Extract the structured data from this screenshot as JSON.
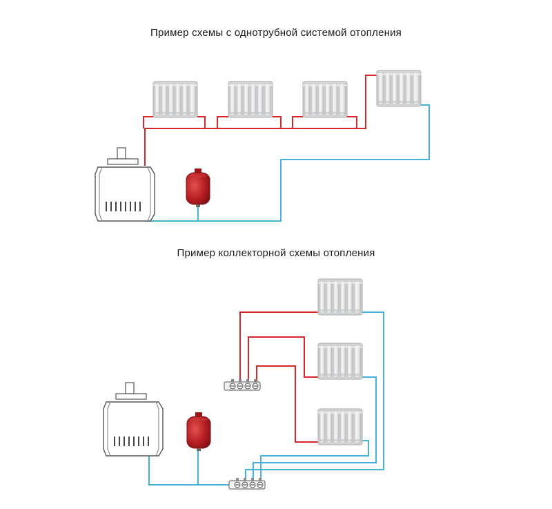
{
  "diagram": {
    "single_pipe": {
      "title": "Пример схемы с однотрубной системой отопления",
      "components": [
        "boiler",
        "expansion-tank",
        "radiator",
        "radiator",
        "radiator",
        "radiator"
      ]
    },
    "manifold": {
      "title": "Пример коллекторной схемы отопления",
      "components": [
        "boiler",
        "expansion-tank",
        "supply-manifold",
        "return-manifold",
        "radiator",
        "radiator",
        "radiator"
      ]
    }
  },
  "colors": {
    "supply_pipe": "#d9262b",
    "return_pipe": "#45b2dc",
    "tank": "#b31e22",
    "outline": "#555555"
  }
}
